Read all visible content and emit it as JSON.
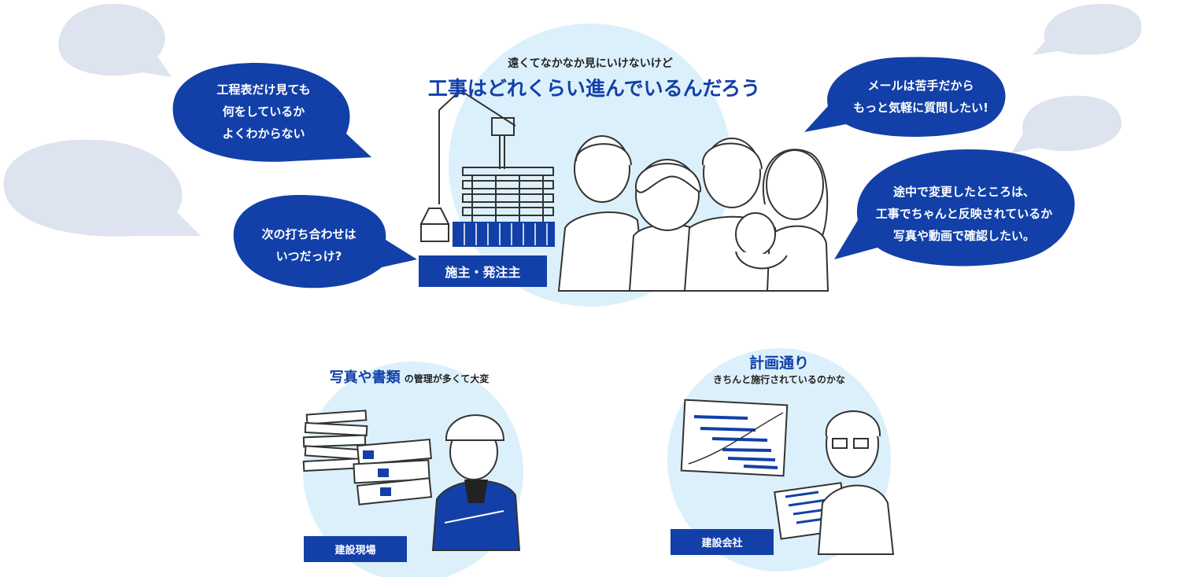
{
  "top_section": {
    "subtitle": "遠くてなかなか見にいけないけど",
    "title": "工事はどれくらい進んでいるんだろう",
    "tag": "施主・発注主",
    "bubbles": {
      "left_1": [
        "工程表だけ見ても",
        "何をしているか",
        "よくわからない"
      ],
      "left_2": [
        "次の打ち合わせは",
        "いつだっけ?"
      ],
      "right_1": [
        "メールは苦手だから",
        "もっと気軽に質問したい!"
      ],
      "right_2": [
        "途中で変更したところは、",
        "工事でちゃんと反映されているか",
        "写真や動画で確認したい。"
      ]
    }
  },
  "site_section": {
    "title_highlight": "写真や書類",
    "title_rest": "の管理が多くて大変",
    "tag": "建設現場"
  },
  "company_section": {
    "title": "計画通り",
    "subtitle": "きちんと施行されているのかな",
    "tag": "建設会社"
  },
  "colors": {
    "navy": "#1240a8",
    "light_blue": "#dcf0fb",
    "ghost_bubble": "#dde3ef"
  }
}
